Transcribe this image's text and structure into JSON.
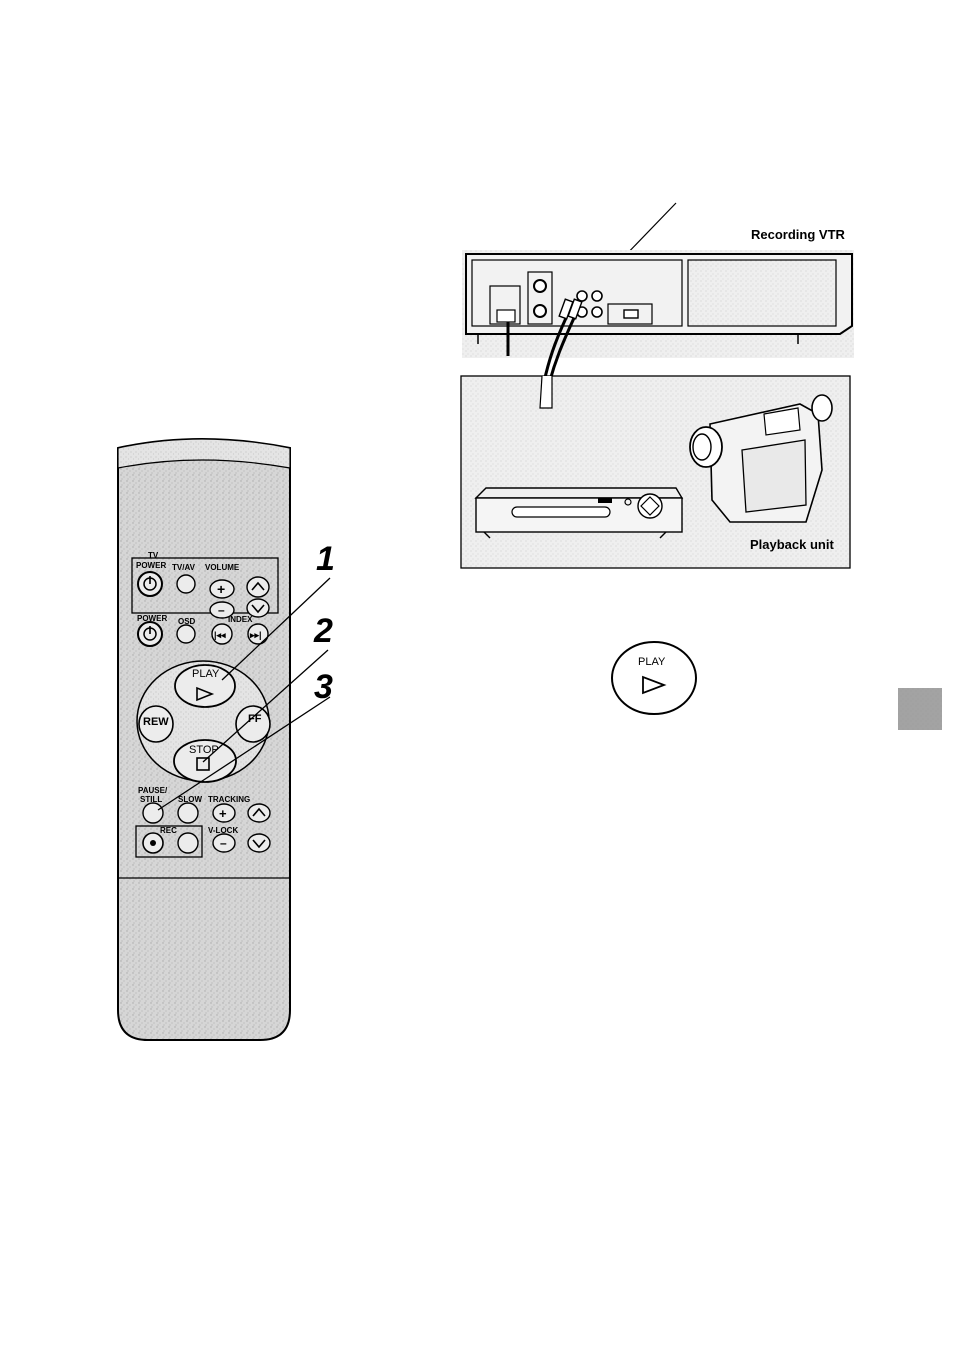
{
  "diagram": {
    "recording_label": "Recording VTR",
    "playback_label": "Playback unit",
    "play_button_label": "PLAY",
    "steps": [
      "1",
      "2",
      "3"
    ]
  },
  "remote": {
    "tv_group": "TV",
    "tv_power": "POWER",
    "tv_av": "TV/AV",
    "volume": "VOLUME",
    "power": "POWER",
    "osd": "OSD",
    "index": "INDEX",
    "play": "PLAY",
    "rew": "REW",
    "ff": "FF",
    "stop": "STOP",
    "pause": "PAUSE/",
    "still": "STILL",
    "slow": "SLOW",
    "tracking": "TRACKING",
    "rec": "REC",
    "vlock": "V-LOCK"
  },
  "colors": {
    "remote_body": "#d9d9d9",
    "ink": "#000000",
    "tab": "#8a8a8a"
  }
}
